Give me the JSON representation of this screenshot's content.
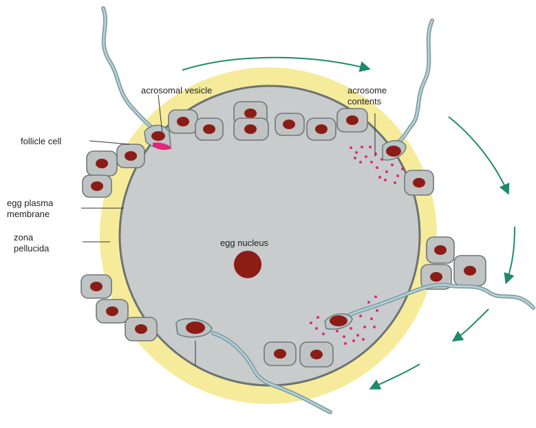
{
  "labels": {
    "acrosomal_vesicle": "acrosomal vesicle",
    "acrosome_contents_line1": "acrosome",
    "acrosome_contents_line2": "contents",
    "follicle_cell": "follicle cell",
    "egg_plasma_membrane_line1": "egg plasma",
    "egg_plasma_membrane_line2": "membrane",
    "zona_pellucida_line1": "zona",
    "zona_pellucida_line2": "pellucida",
    "egg_nucleus": "egg nucleus"
  },
  "colors": {
    "zona": "#f5eb9a",
    "egg": "#c9cccc",
    "egg_stroke": "#6c7272",
    "nucleus": "#8b1d16",
    "acrosome": "#e0287a",
    "arrow": "#1e8a6a"
  }
}
